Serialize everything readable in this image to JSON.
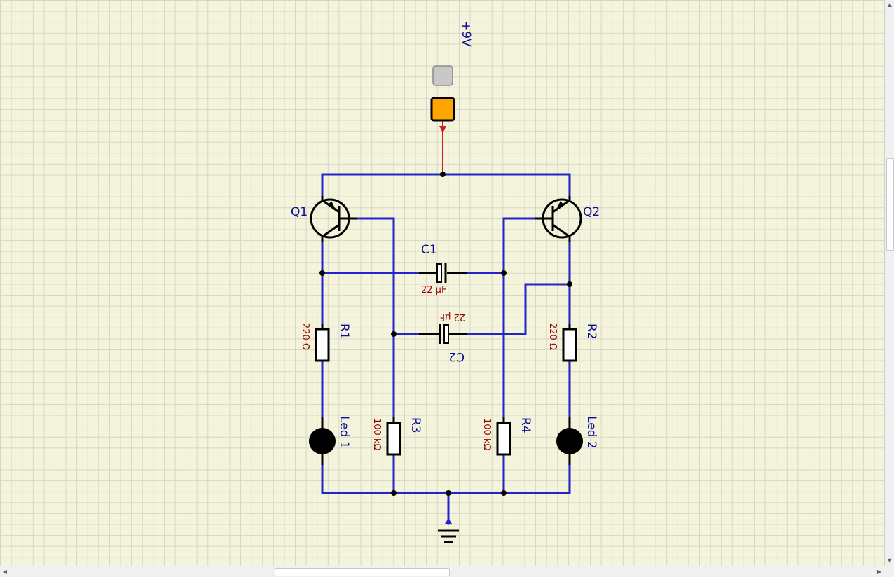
{
  "supply": {
    "label": "+9V"
  },
  "transistors": [
    {
      "id": "q1",
      "label": "Q1"
    },
    {
      "id": "q2",
      "label": "Q2"
    }
  ],
  "capacitors": [
    {
      "id": "c1",
      "label": "C1",
      "value": "22 µF"
    },
    {
      "id": "c2",
      "label": "C2",
      "value": "22 µF"
    }
  ],
  "resistors": [
    {
      "id": "r1",
      "label": "R1",
      "value": "220 Ω"
    },
    {
      "id": "r2",
      "label": "R2",
      "value": "220 Ω"
    },
    {
      "id": "r3",
      "label": "R3",
      "value": "100 kΩ"
    },
    {
      "id": "r4",
      "label": "R4",
      "value": "100 kΩ"
    }
  ],
  "leds": [
    {
      "id": "led1",
      "label": "Led 1"
    },
    {
      "id": "led2",
      "label": "Led 2"
    }
  ],
  "colors": {
    "wire": "#2424c8",
    "supply_wire": "#c81e1e",
    "supply_pin": "#ffa500",
    "label": "#0c0c96",
    "value": "#960000",
    "grid_background": "#f4f4dc"
  }
}
